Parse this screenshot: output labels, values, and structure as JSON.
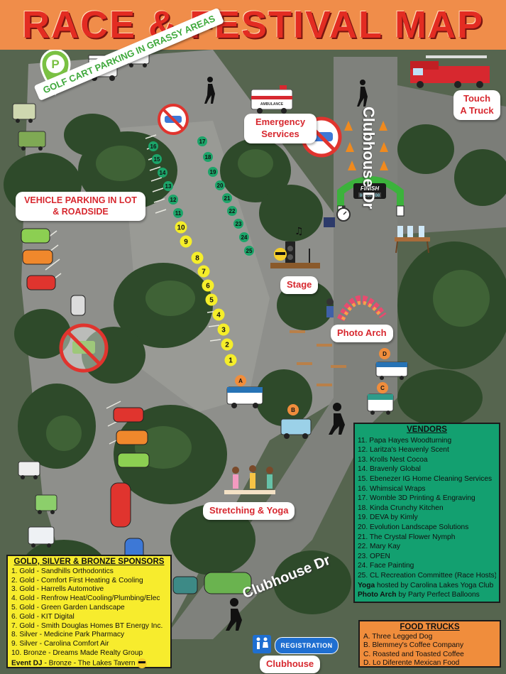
{
  "header": {
    "title": "RACE & FESTIVAL MAP"
  },
  "labels": {
    "golf_cart_parking": "GOLF CART PARKING IN GRASSY AREAS",
    "parking_sign": "P",
    "emergency_services": "Emergency Services",
    "touch_a_truck": "Touch A Truck",
    "vehicle_parking": "VEHICLE PARKING IN LOT & ROADSIDE",
    "stage": "Stage",
    "photo_arch": "Photo Arch",
    "stretching_yoga": "Stretching & Yoga",
    "clubhouse": "Clubhouse",
    "registration": "REGISTRATION",
    "finish": "FINISH",
    "finish_clock": "00:00:00",
    "ambulance": "AMBULANCE"
  },
  "roads": {
    "clubhouse_dr_top": "Clubhouse Dr",
    "clubhouse_dr_bottom": "Clubhouse Dr"
  },
  "race_markers": [
    "1",
    "2",
    "3",
    "4",
    "5",
    "6",
    "7",
    "8",
    "9",
    "10",
    "11",
    "12",
    "13",
    "14",
    "15",
    "16",
    "17",
    "18",
    "19",
    "20",
    "21",
    "22",
    "23",
    "24",
    "25"
  ],
  "food_truck_markers": [
    "A",
    "B",
    "C",
    "D"
  ],
  "vendors": {
    "title": "VENDORS",
    "items": [
      "11.  Papa Hayes Woodturning",
      "12. Laritza's Heavenly Scent",
      "13. Krolls Nest Cocoa",
      "14. Bravenly Global",
      "15. Ebenezer IG Home Cleaning Services",
      "16. Whimsical Wraps",
      "17. Womble 3D Printing & Engraving",
      "18. Kinda Crunchy Kitchen",
      "19. DEVA by Kimly",
      "20. Evolution Landscape Solutions",
      "21. The Crystal Flower Nymph",
      "22. Mary Kay",
      "23. OPEN",
      "24.  Face Painting",
      "25. CL Recreation Committee (Race Hosts)"
    ],
    "yoga_label": "Yoga",
    "yoga_text": " hosted by Carolina Lakes Yoga Club",
    "photo_label": "Photo Arch",
    "photo_text": " by Party Perfect Balloons"
  },
  "sponsors": {
    "title": "GOLD, SILVER & BRONZE SPONSORS",
    "items": [
      "1. Gold - Sandhills Orthodontics",
      "2. Gold - Comfort First Heating & Cooling",
      "3. Gold - Harrells Automotive",
      "4. Gold - Renfrow Heat/Cooling/Plumbing/Elec",
      "5. Gold - Green Garden Landscape",
      "6. Gold - KIT Digital",
      "7. Gold - Smith Douglas Homes BT Energy Inc.",
      "8. Silver - Medicine Park Pharmacy",
      "9. Silver - Carolina Comfort Air",
      "10. Bronze - Dreams Made Realty Group"
    ],
    "dj_label": "Event DJ",
    "dj_text": " - Bronze - The Lakes Tavern"
  },
  "food_trucks": {
    "title": "FOOD TRUCKS",
    "items": [
      "A. Three Legged Dog",
      "B. Blemmey's Coffee Company",
      "C. Roasted and Toasted Coffee",
      "D. Lo Diferente Mexican Food"
    ]
  },
  "colors": {
    "header_bg": "#f08d4a",
    "title_red": "#e32c22",
    "label_red": "#d7282f",
    "vendor_green": "#13a070",
    "marker_yellow": "#f5ee2a",
    "marker_green": "#1ca469",
    "sponsor_yellow": "#f7ec2d",
    "truck_orange": "#f08d3c",
    "registration_blue": "#1f6fd1"
  },
  "icons": [
    "parking-pin-icon",
    "golf-cart-icon",
    "walking-person-icon",
    "no-car-icon",
    "no-golf-cart-icon",
    "ambulance-icon",
    "fire-truck-icon",
    "traffic-cone-icon",
    "finish-arch-icon",
    "stopwatch-icon",
    "dj-stage-icon",
    "balloon-arch-icon",
    "picnic-table-icon",
    "food-truck-icon",
    "yoga-icon",
    "restroom-icon",
    "sunglasses-emoji-icon"
  ]
}
